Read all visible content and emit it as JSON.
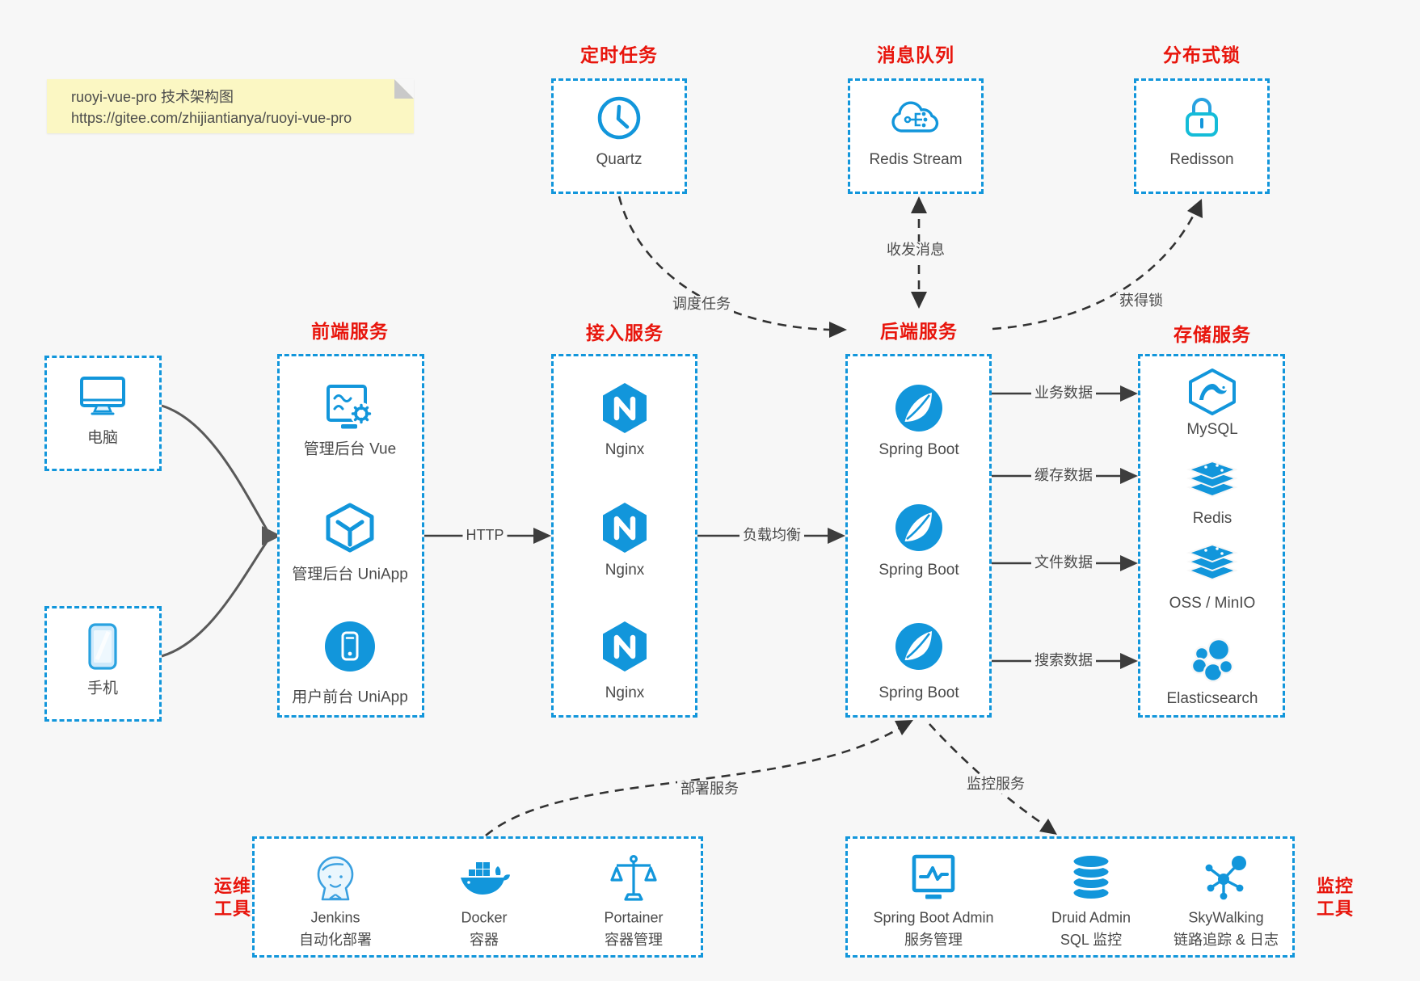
{
  "colors": {
    "accent_blue": "#1296db",
    "title_red": "#e8150c",
    "arrow_dark": "#3d3d3d",
    "note_bg": "#fbf7c3",
    "canvas_bg": "#f7f7f7",
    "label_text": "#4a4a4a"
  },
  "note": {
    "line1": "ruoyi-vue-pro 技术架构图",
    "line2": "https://gitee.com/zhijiantianya/ruoyi-vue-pro"
  },
  "top_groups": [
    {
      "title": "定时任务",
      "items": [
        {
          "icon": "clock-icon",
          "label": "Quartz"
        }
      ]
    },
    {
      "title": "消息队列",
      "items": [
        {
          "icon": "cloud-stream-icon",
          "label": "Redis Stream"
        }
      ]
    },
    {
      "title": "分布式锁",
      "items": [
        {
          "icon": "lock-icon",
          "label": "Redisson"
        }
      ]
    }
  ],
  "clients": [
    {
      "icon": "desktop-icon",
      "label": "电脑"
    },
    {
      "icon": "smartphone-icon",
      "label": "手机"
    }
  ],
  "columns": [
    {
      "title": "前端服务",
      "items": [
        {
          "icon": "admin-vue-icon",
          "label": "管理后台 Vue"
        },
        {
          "icon": "cube-icon",
          "label": "管理后台 UniApp"
        },
        {
          "icon": "phone-circle-icon",
          "label": "用户前台 UniApp"
        }
      ]
    },
    {
      "title": "接入服务",
      "items": [
        {
          "icon": "nginx-icon",
          "label": "Nginx"
        },
        {
          "icon": "nginx-icon",
          "label": "Nginx"
        },
        {
          "icon": "nginx-icon",
          "label": "Nginx"
        }
      ]
    },
    {
      "title": "后端服务",
      "items": [
        {
          "icon": "spring-boot-icon",
          "label": "Spring Boot"
        },
        {
          "icon": "spring-boot-icon",
          "label": "Spring Boot"
        },
        {
          "icon": "spring-boot-icon",
          "label": "Spring Boot"
        }
      ]
    },
    {
      "title": "存储服务",
      "items": [
        {
          "icon": "mysql-icon",
          "label": "MySQL"
        },
        {
          "icon": "redis-icon",
          "label": "Redis"
        },
        {
          "icon": "storage-stack-icon",
          "label": "OSS / MinIO"
        },
        {
          "icon": "elasticsearch-icon",
          "label": "Elasticsearch"
        }
      ]
    }
  ],
  "bottom_groups": [
    {
      "side_label1": "运维",
      "side_label2": "工具",
      "items": [
        {
          "icon": "jenkins-icon",
          "label1": "Jenkins",
          "label2": "自动化部署"
        },
        {
          "icon": "docker-icon",
          "label1": "Docker",
          "label2": "容器"
        },
        {
          "icon": "portainer-icon",
          "label1": "Portainer",
          "label2": "容器管理"
        }
      ]
    },
    {
      "side_label1": "监控",
      "side_label2": "工具",
      "items": [
        {
          "icon": "spring-boot-admin-icon",
          "label1": "Spring Boot Admin",
          "label2": "服务管理"
        },
        {
          "icon": "druid-icon",
          "label1": "Druid Admin",
          "label2": "SQL 监控"
        },
        {
          "icon": "skywalking-icon",
          "label1": "SkyWalking",
          "label2": "链路追踪 & 日志"
        }
      ]
    }
  ],
  "edges": {
    "http": "HTTP",
    "load_balance": "负载均衡",
    "business": "业务数据",
    "cache": "缓存数据",
    "file": "文件数据",
    "search": "搜索数据",
    "schedule": "调度任务",
    "message": "收发消息",
    "lock": "获得锁",
    "deploy": "部署服务",
    "monitor": "监控服务"
  }
}
